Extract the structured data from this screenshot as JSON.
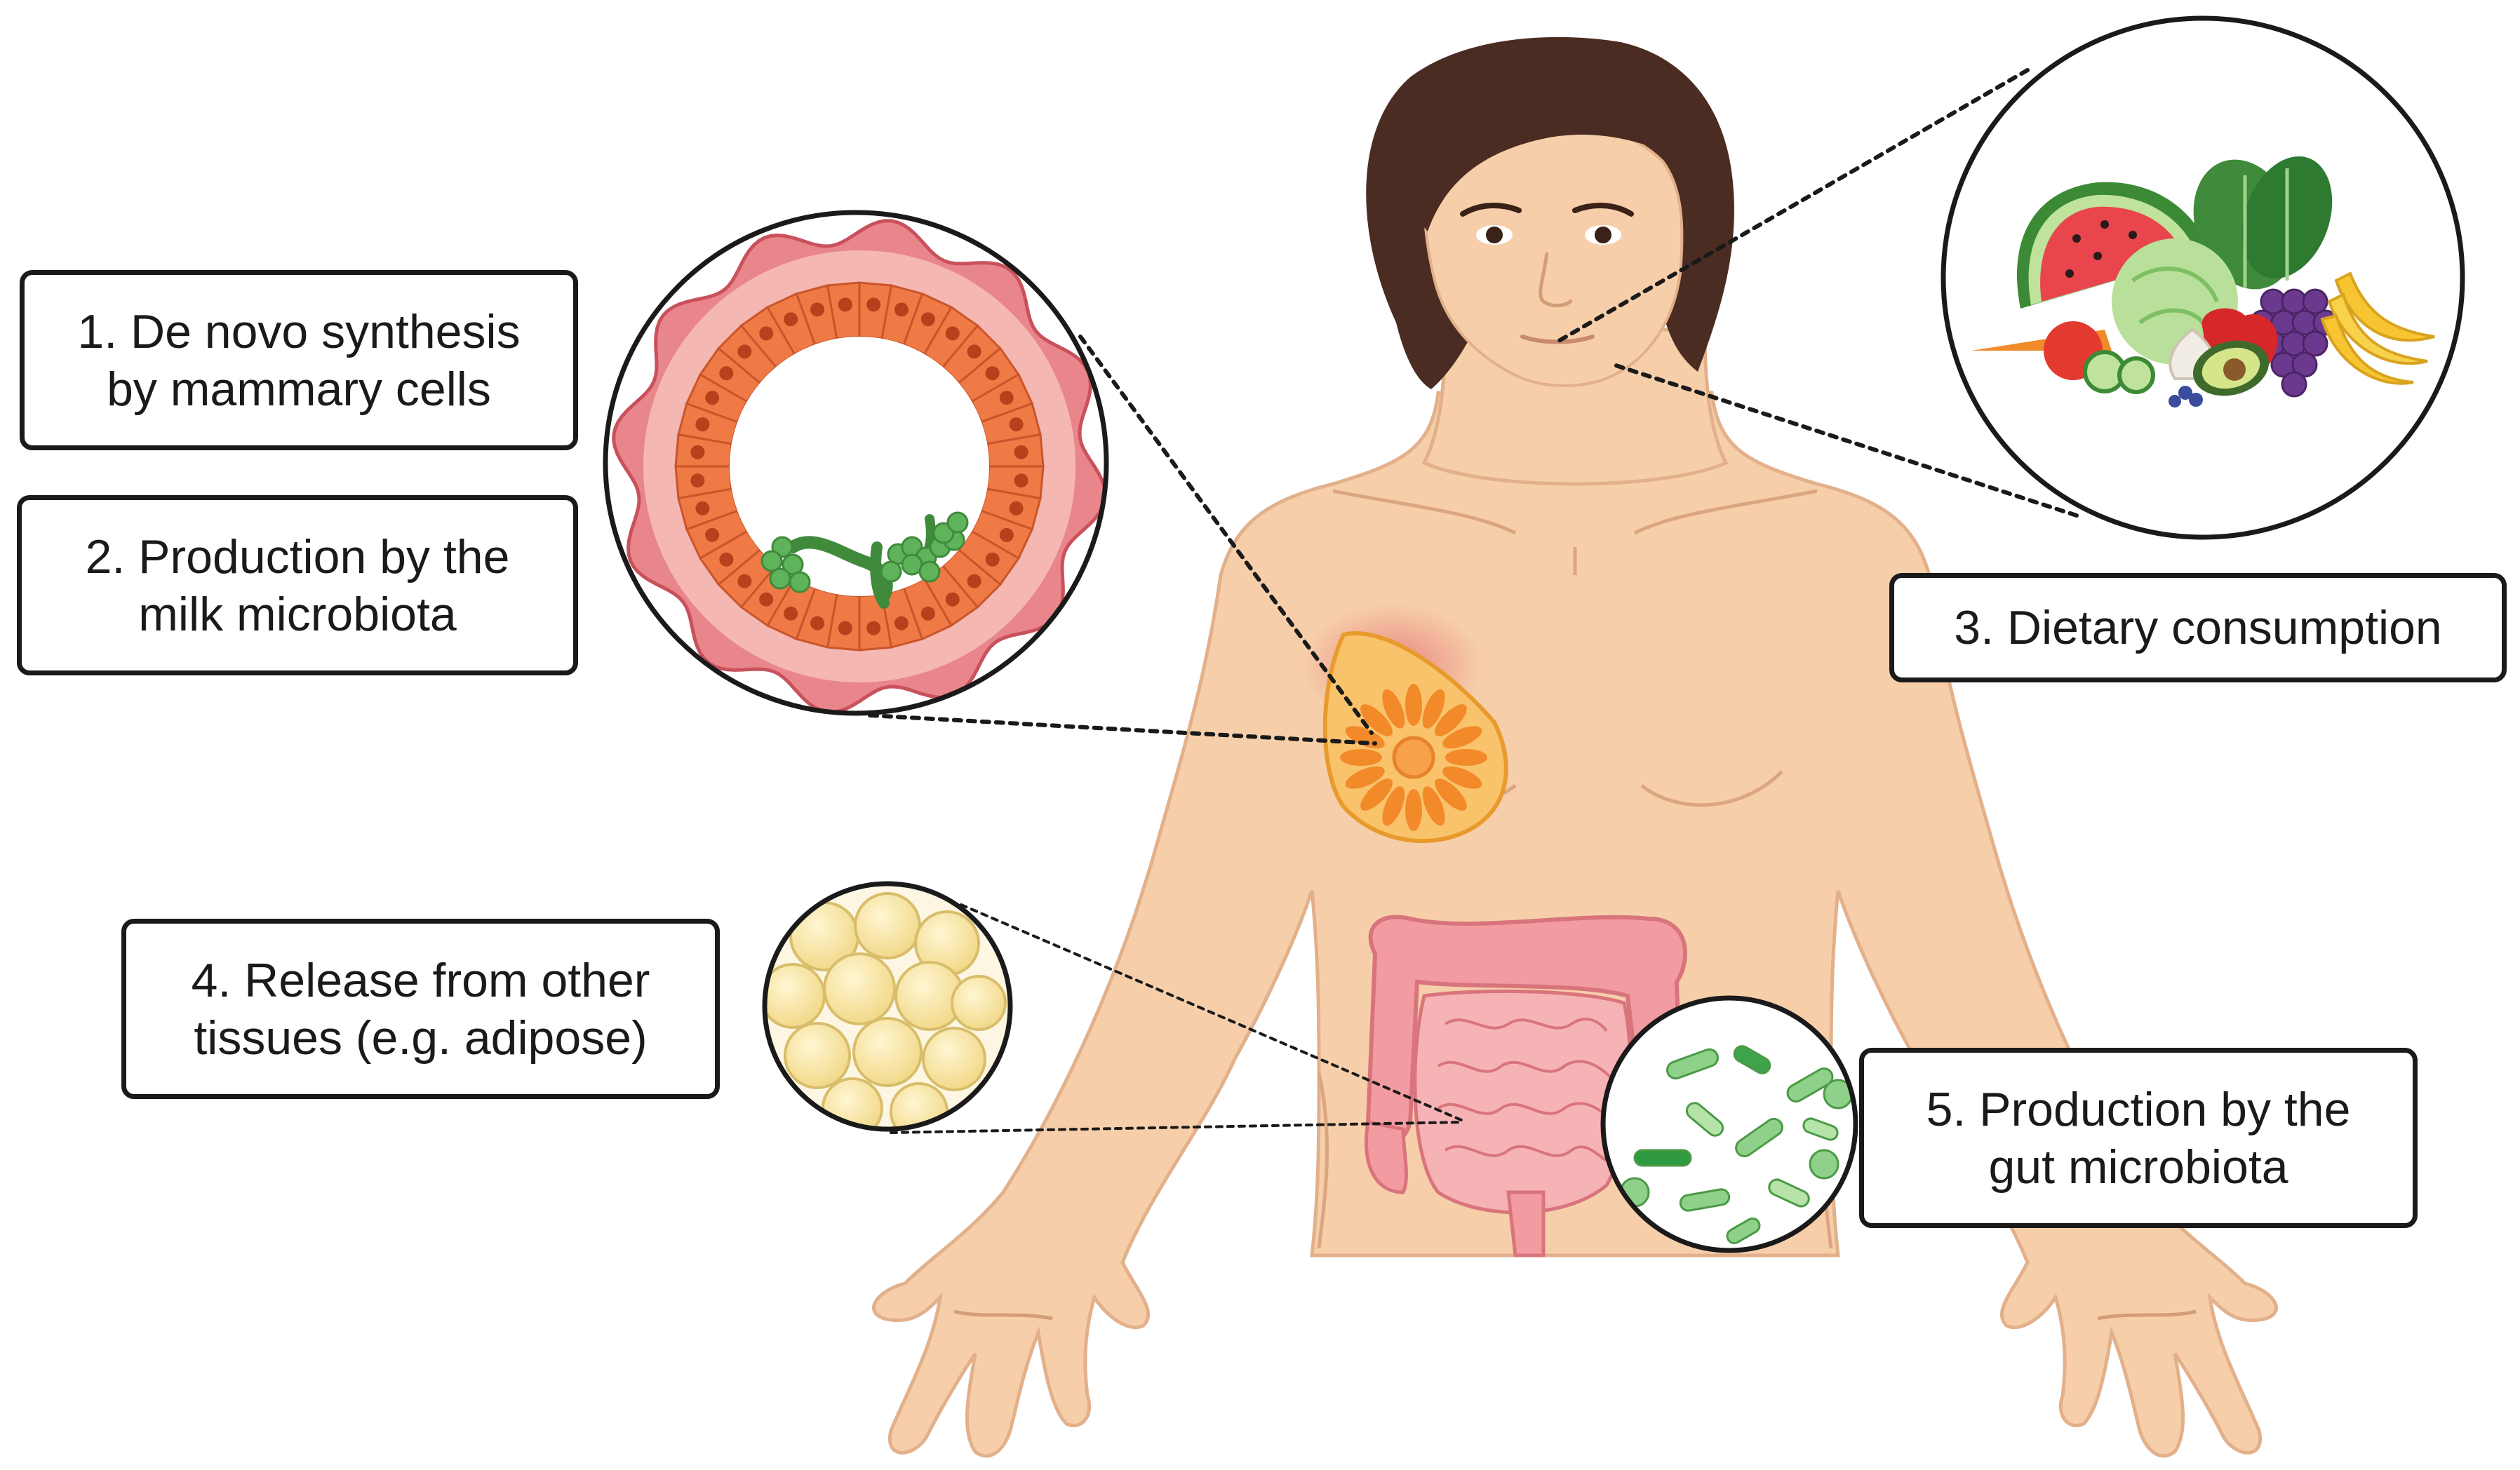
{
  "labels": [
    {
      "id": "de-novo",
      "lines": [
        "1. De novo synthesis",
        "by mammary cells"
      ]
    },
    {
      "id": "milk-microbiota",
      "lines": [
        "2. Production by the",
        "milk microbiota"
      ]
    },
    {
      "id": "dietary",
      "lines": [
        "3. Dietary consumption"
      ]
    },
    {
      "id": "release",
      "lines": [
        "4. Release from other",
        "tissues (e.g. adipose)"
      ]
    },
    {
      "id": "gut-microbiota",
      "lines": [
        "5. Production by the",
        "gut microbiota"
      ]
    }
  ],
  "insets": [
    "mammary-alveolus",
    "fruits-and-vegetables",
    "adipocytes",
    "gut-bacteria"
  ],
  "colors": {
    "skin": "#f6cfaa",
    "skin_shadow": "#e8b48c",
    "hair": "#4a2c22",
    "alveolus_cells": "#f07a45",
    "alveolus_outer": "#e9868c",
    "microbe_green": "#5fb35a",
    "breast_gland": "#f5a623",
    "intestine": "#f2a0a5",
    "adipocyte": "#f8e7a6",
    "border": "#1a1a1a"
  }
}
